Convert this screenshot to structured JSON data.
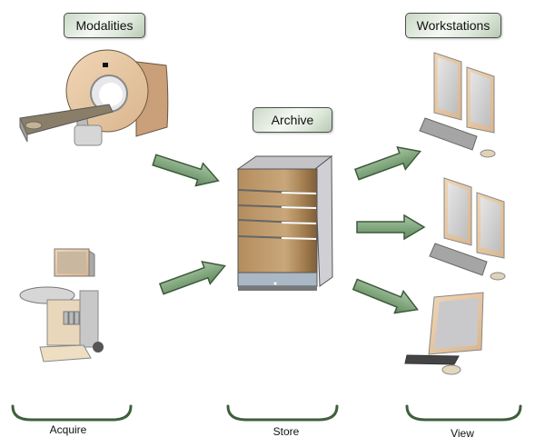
{
  "headers": {
    "modalities": "Modalities",
    "archive": "Archive",
    "workstations": "Workstations"
  },
  "stages": {
    "acquire": "Acquire",
    "store": "Store",
    "view": "View"
  },
  "colors": {
    "arrow_fill": "#7a9e78",
    "arrow_stroke": "#3d5a3b",
    "bracket": "#3f5f3c",
    "label_border": "#4a4f4a",
    "device_beige": "#e8c9a4",
    "server_bronze": "#b08a5c"
  },
  "flow": [
    {
      "from": "CT scanner",
      "to": "Archive"
    },
    {
      "from": "Ultrasound",
      "to": "Archive"
    },
    {
      "from": "Archive",
      "to": "Workstation 1"
    },
    {
      "from": "Archive",
      "to": "Workstation 2"
    },
    {
      "from": "Archive",
      "to": "Workstation 3"
    }
  ]
}
